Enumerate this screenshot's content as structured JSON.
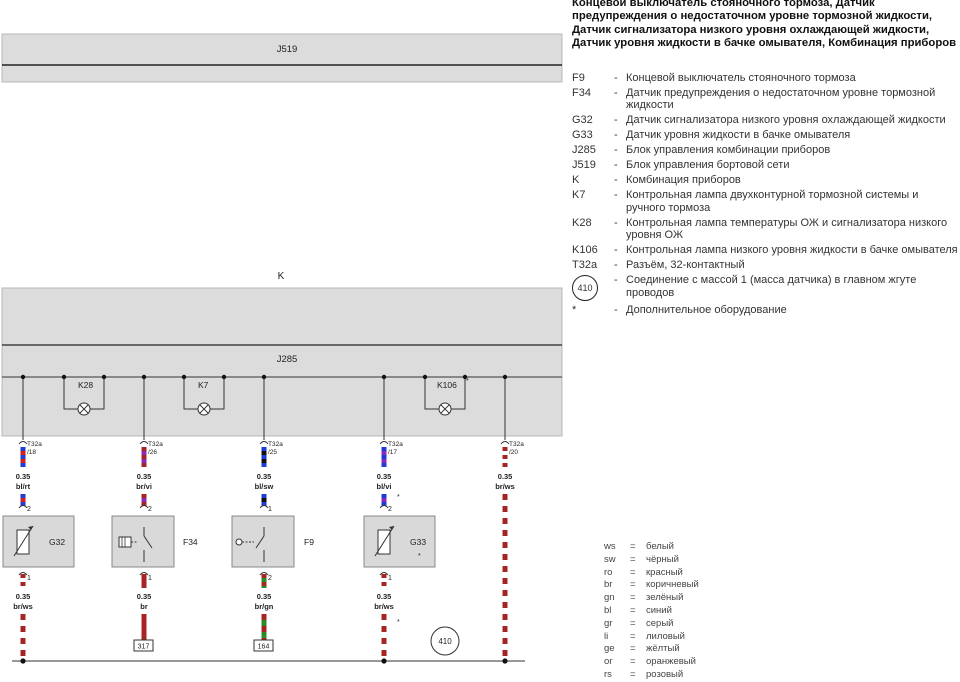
{
  "title": "Концевой выключатель стояночного тормоза, Датчик предупреждения о недостаточном уровне тормозной жидкости, Датчик сигнализатора низкого уровня охлаждающей жидкости, Датчик уровня жидкости в бачке омывателя, Комбинация приборов",
  "legend": [
    {
      "code": "F9",
      "desc": "Концевой выключатель стояночного тормоза"
    },
    {
      "code": "F34",
      "desc": "Датчик предупреждения о недостаточном уровне тормозной жидкости"
    },
    {
      "code": "G32",
      "desc": "Датчик сигнализатора низкого уровня охлаждающей жидкости"
    },
    {
      "code": "G33",
      "desc": "Датчик уровня жидкости в бачке омывателя"
    },
    {
      "code": "J285",
      "desc": "Блок управления комбинации приборов"
    },
    {
      "code": "J519",
      "desc": "Блок управления бортовой сети"
    },
    {
      "code": "K",
      "desc": "Комбинация приборов"
    },
    {
      "code": "K7",
      "desc": "Контрольная лампа двухконтурной тормозной системы и ручного тормоза"
    },
    {
      "code": "K28",
      "desc": "Контрольная лампа температуры ОЖ и сигнализатора низкого уровня ОЖ"
    },
    {
      "code": "K106",
      "desc": "Контрольная лампа низкого уровня жидкости в бачке омывателя"
    },
    {
      "code": "T32a",
      "desc": "Разъём, 32-контактный"
    },
    {
      "code": "410",
      "desc": "Соединение с массой 1 (масса датчика) в главном жгуте проводов"
    },
    {
      "code": "*",
      "desc": "Дополнительное оборудование"
    }
  ],
  "colors": [
    {
      "code": "ws",
      "name": "белый"
    },
    {
      "code": "sw",
      "name": "чёрный"
    },
    {
      "code": "ro",
      "name": "красный"
    },
    {
      "code": "br",
      "name": "коричневый"
    },
    {
      "code": "gn",
      "name": "зелёный"
    },
    {
      "code": "bl",
      "name": "синий"
    },
    {
      "code": "gr",
      "name": "серый"
    },
    {
      "code": "li",
      "name": "лиловый"
    },
    {
      "code": "ge",
      "name": "жёлтый"
    },
    {
      "code": "or",
      "name": "оранжевый"
    },
    {
      "code": "rs",
      "name": "розовый"
    }
  ],
  "diagram": {
    "j519": "J519",
    "k": "K",
    "j285": "J285",
    "lamps": [
      {
        "name": "K28",
        "star": false
      },
      {
        "name": "K7",
        "star": false
      },
      {
        "name": "K106",
        "star": true
      }
    ],
    "wires": [
      {
        "conn": "T32a",
        "pin": "/18",
        "size": "0.35",
        "color": "bl/rt",
        "c1": "#1f3dd6",
        "c2": "#d42020",
        "comp_pin_top": "2",
        "comp_pin_bottom": "1",
        "size2": "0.35",
        "color2": "br/ws",
        "d1": "#a52525",
        "d2": "#ffffff",
        "component": "G32",
        "terminal": "",
        "star": false
      },
      {
        "conn": "T32a",
        "pin": "/26",
        "size": "0.35",
        "color": "br/vi",
        "c1": "#a52525",
        "c2": "#8a2bb8",
        "comp_pin_top": "2",
        "comp_pin_bottom": "1",
        "size2": "0.35",
        "color2": "br",
        "d1": "#a52525",
        "d2": "#a52525",
        "component": "F34",
        "terminal": "317",
        "star": false
      },
      {
        "conn": "T32a",
        "pin": "/25",
        "size": "0.35",
        "color": "bl/sw",
        "c1": "#1f3dd6",
        "c2": "#111111",
        "comp_pin_top": "1",
        "comp_pin_bottom": "2",
        "size2": "0.35",
        "color2": "br/gn",
        "d1": "#a52525",
        "d2": "#2a8a2a",
        "component": "F9",
        "terminal": "164",
        "star": false
      },
      {
        "conn": "T32a",
        "pin": "/17",
        "size": "0.35",
        "color": "bl/vi",
        "c1": "#1f3dd6",
        "c2": "#8a2bb8",
        "comp_pin_top": "2",
        "comp_pin_bottom": "1",
        "size2": "0.35",
        "color2": "br/ws",
        "d1": "#a52525",
        "d2": "#ffffff",
        "component": "G33",
        "terminal": "",
        "star": true
      },
      {
        "conn": "T32a",
        "pin": "/20",
        "size": "0.35",
        "color": "br/ws",
        "c1": "#a52525",
        "c2": "#ffffff",
        "comp_pin_top": "",
        "comp_pin_bottom": "",
        "size2": "",
        "color2": "",
        "d1": "#a52525",
        "d2": "#ffffff",
        "component": "",
        "terminal": "",
        "star": false
      }
    ],
    "ground": "410"
  }
}
